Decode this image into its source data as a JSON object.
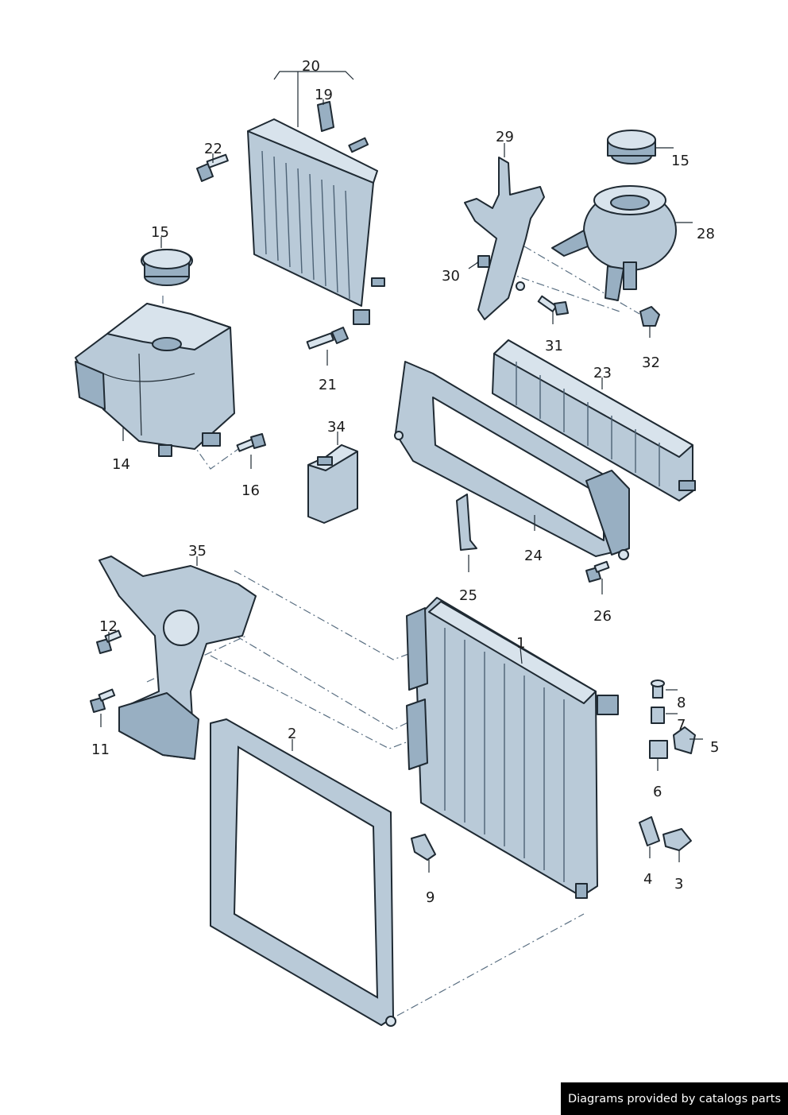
{
  "callouts": {
    "c1": "1",
    "c2": "2",
    "c3": "3",
    "c4": "4",
    "c5": "5",
    "c6": "6",
    "c7": "7",
    "c8": "8",
    "c9": "9",
    "c11": "11",
    "c12": "12",
    "c14": "14",
    "c15a": "15",
    "c15b": "15",
    "c16": "16",
    "c19": "19",
    "c20": "20",
    "c21": "21",
    "c22": "22",
    "c23": "23",
    "c24": "24",
    "c25": "25",
    "c26": "26",
    "c28": "28",
    "c29": "29",
    "c30": "30",
    "c31": "31",
    "c32": "32",
    "c34": "34",
    "c35": "35"
  },
  "credit": "Diagrams provided by catalogs parts",
  "colors": {
    "part": "#b9cad8",
    "outline": "#1f2a33",
    "banner": "#000000"
  }
}
